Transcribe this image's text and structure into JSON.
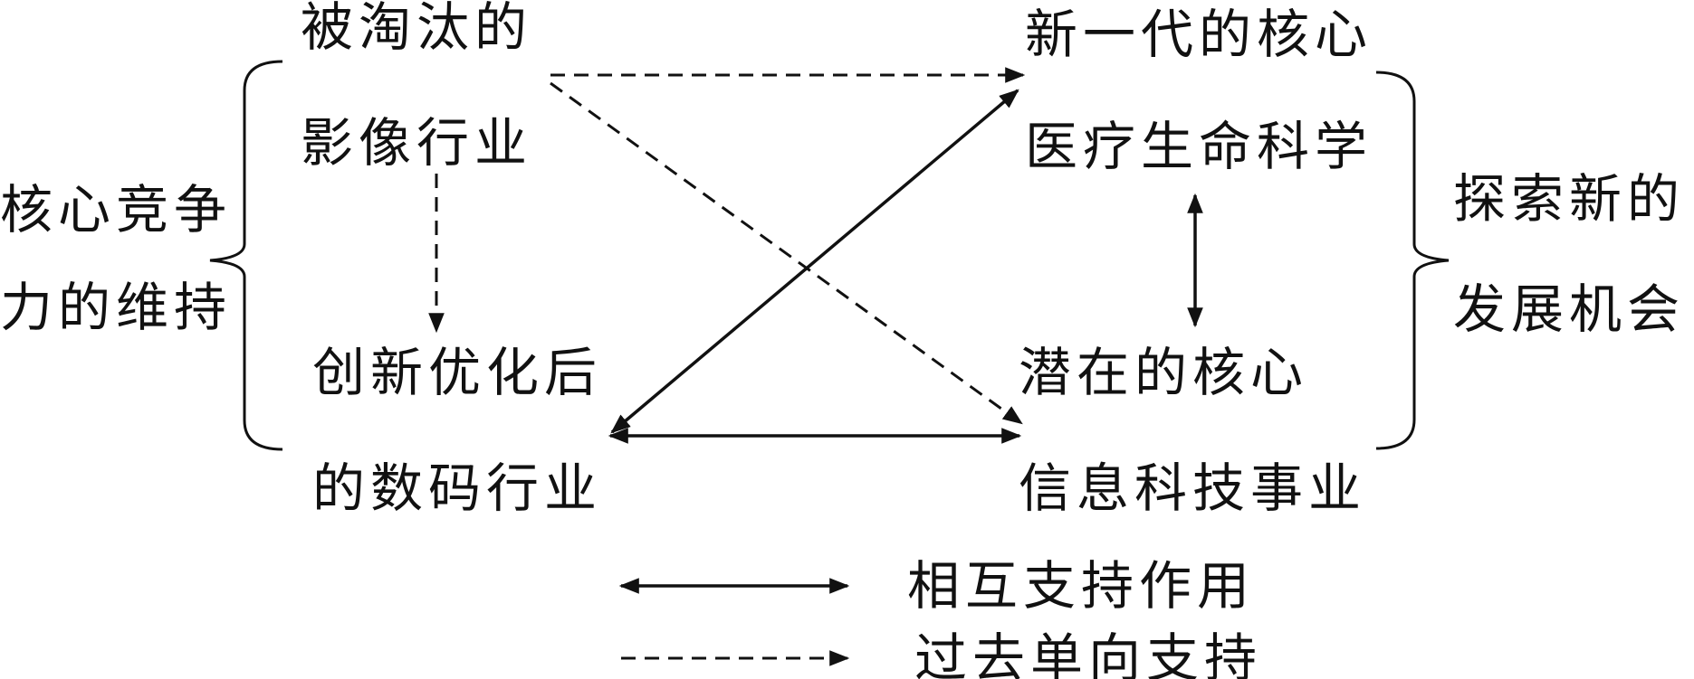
{
  "left_group": {
    "label_line1": "核心竞争",
    "label_line2": "力的维持"
  },
  "right_group": {
    "label_line1": "探索新的",
    "label_line2": "发展机会"
  },
  "nodes": {
    "imaging": {
      "line1": "被淘汰的",
      "line2": "影像行业"
    },
    "digital": {
      "line1": "创新优化后",
      "line2": "的数码行业"
    },
    "medical": {
      "line1": "新一代的核心",
      "line2": "医疗生命科学"
    },
    "it": {
      "line1": "潜在的核心",
      "line2": "信息科技事业"
    }
  },
  "legend": {
    "solid_label": "相互支持作用",
    "dashed_label": "过去单向支持"
  },
  "colors": {
    "ink": "#111111",
    "background": "#ffffff"
  }
}
